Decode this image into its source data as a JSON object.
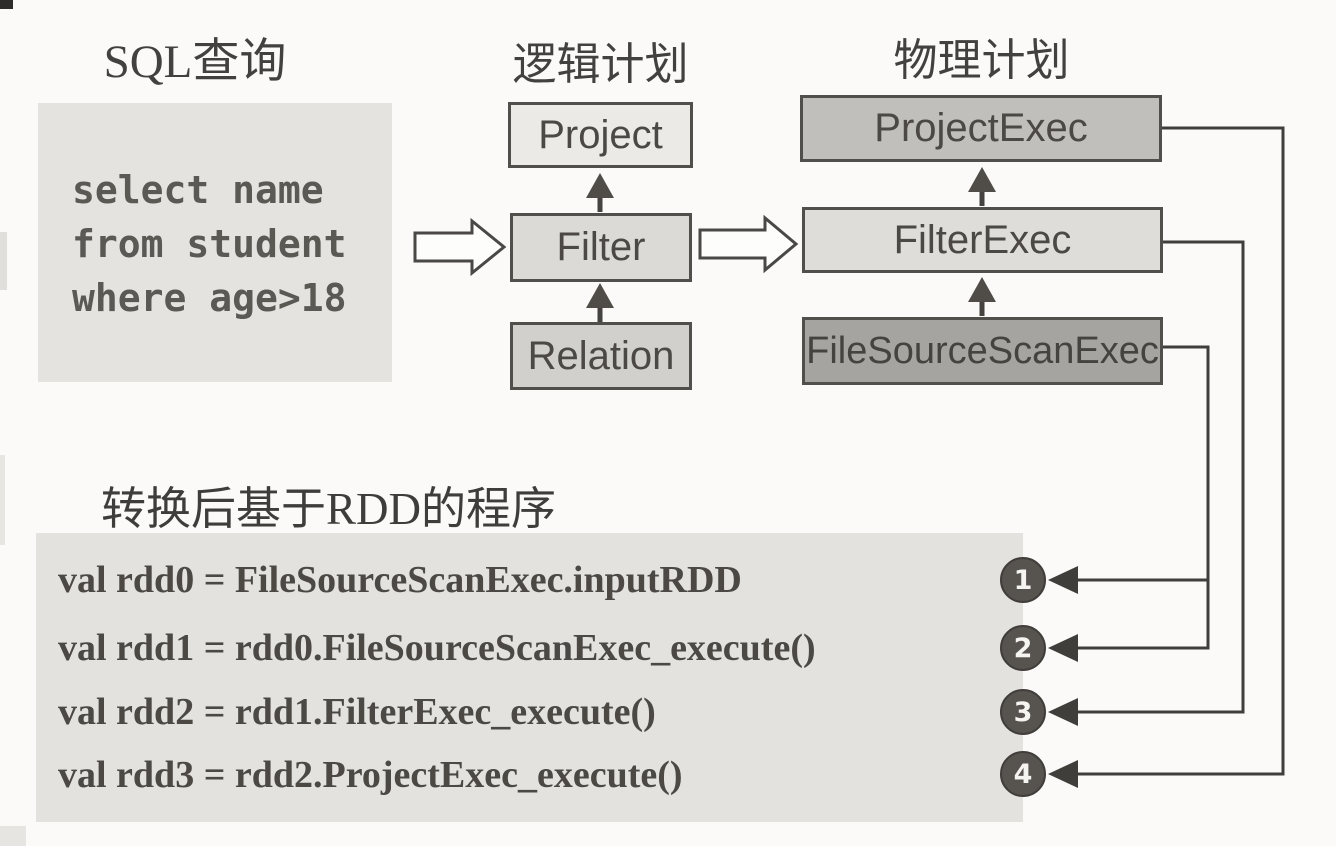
{
  "figure": {
    "headers": {
      "sql": "SQL查询",
      "logical": "逻辑计划",
      "physical": "物理计划",
      "rdd_program": "转换后基于RDD的程序"
    },
    "sql_query": {
      "lines": [
        "select name",
        "from student",
        "where age>18"
      ]
    },
    "logical_plan": {
      "nodes": [
        {
          "label": "Project"
        },
        {
          "label": "Filter"
        },
        {
          "label": "Relation"
        }
      ],
      "edges": [
        "Relation→Filter",
        "Filter→Project"
      ]
    },
    "physical_plan": {
      "nodes": [
        {
          "label": "ProjectExec"
        },
        {
          "label": "FilterExec"
        },
        {
          "label": "FileSourceScanExec"
        }
      ],
      "edges": [
        "FileSourceScanExec→FilterExec",
        "FilterExec→ProjectExec"
      ]
    },
    "flow": [
      "SQL查询→逻辑计划",
      "逻辑计划→物理计划"
    ],
    "rdd_program": {
      "lines": [
        {
          "marker": "1",
          "code": "val rdd0 = FileSourceScanExec.inputRDD"
        },
        {
          "marker": "2",
          "code": "val rdd1 = rdd0.FileSourceScanExec_execute()"
        },
        {
          "marker": "3",
          "code": "val rdd2 = rdd1.FilterExec_execute()"
        },
        {
          "marker": "4",
          "code": "val rdd3 = rdd2.ProjectExec_execute()"
        }
      ],
      "connections": [
        {
          "from": "FileSourceScanExec",
          "to_marker": "1"
        },
        {
          "from": "FileSourceScanExec",
          "to_marker": "2"
        },
        {
          "from": "FilterExec",
          "to_marker": "3"
        },
        {
          "from": "ProjectExec",
          "to_marker": "4"
        }
      ]
    },
    "colors": {
      "paper": "#fbfaf8",
      "panel_gray": "#e4e3e0",
      "node_light": "#ebeae7",
      "node_medium_light": "#dcdad6",
      "node_medium": "#c1bfbb",
      "node_dark": "#a6a4a0",
      "border": "#514f4c",
      "line": "#403e3b",
      "marker_fill": "#57534f",
      "marker_text": "#f5f4f1"
    }
  }
}
